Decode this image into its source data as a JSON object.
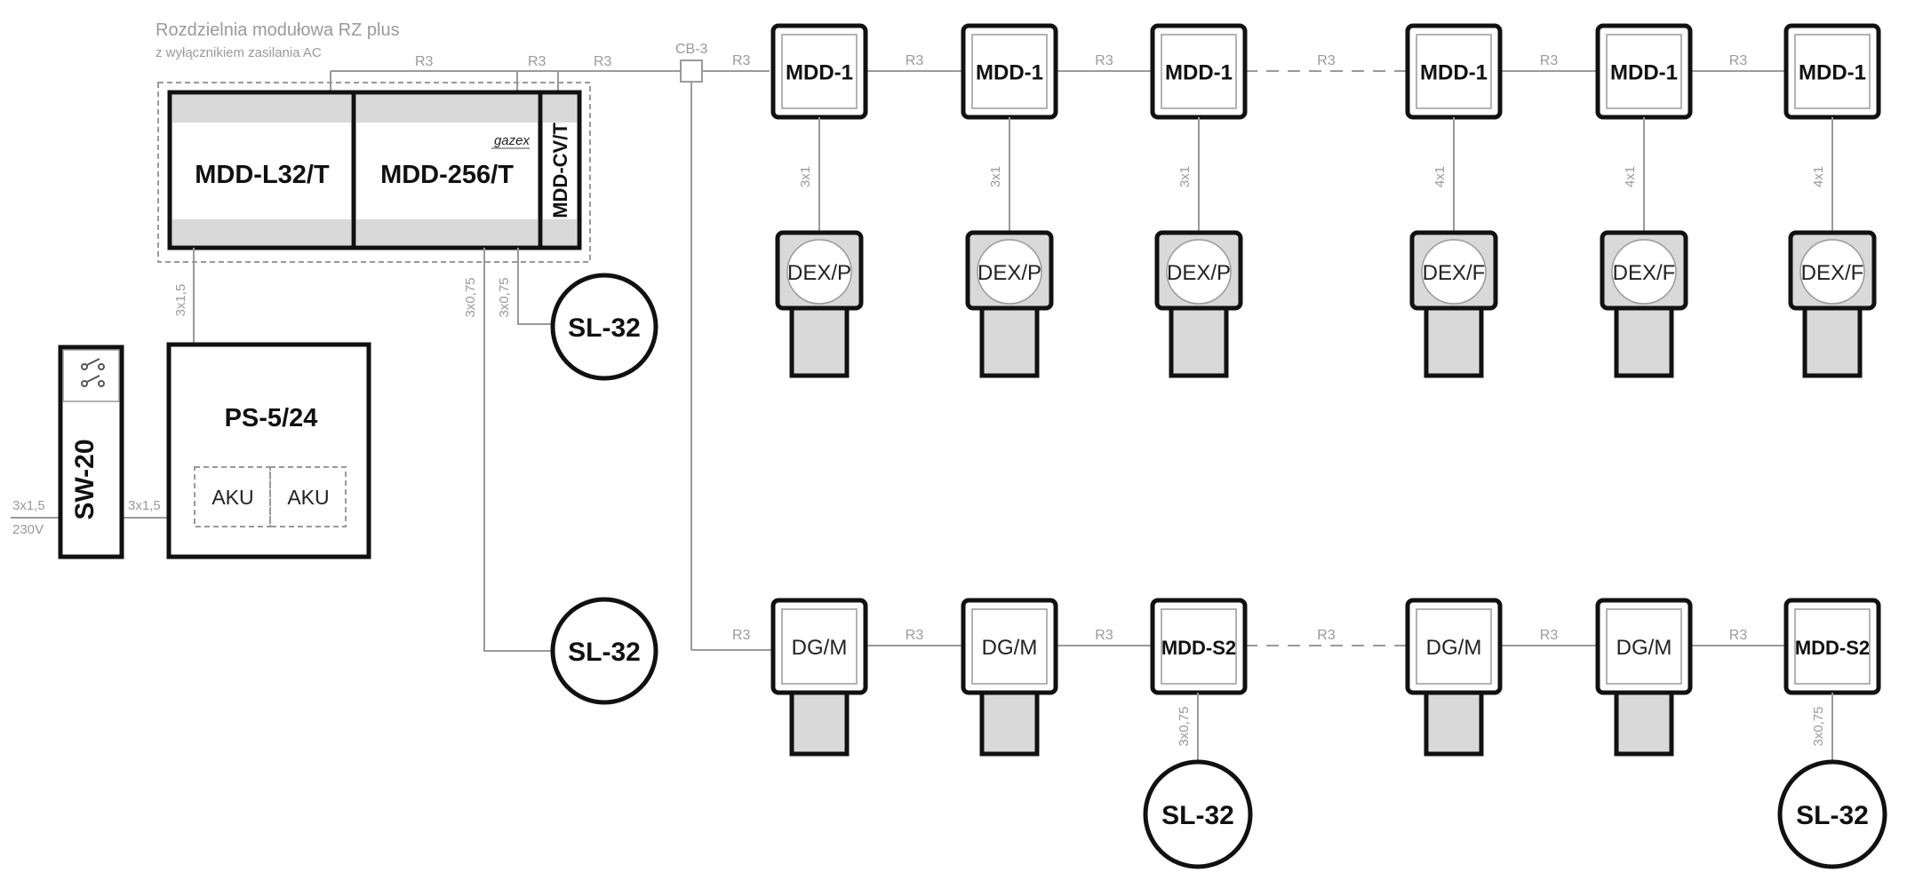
{
  "header": {
    "title": "Rozdzielnia modułowa RZ plus",
    "subtitle": "z wyłącznikiem zasilania AC"
  },
  "cabinet": {
    "module_l32": "MDD-L32/T",
    "module_256": "MDD-256/T",
    "module_cv": "MDD-CV/T",
    "brand": "gazex"
  },
  "power": {
    "switch": "SW-20",
    "supply": "PS-5/24",
    "battery_1": "AKU",
    "battery_2": "AKU",
    "input_cable": "3x1,5",
    "input_voltage": "230V",
    "sw_to_ps_cable": "3x1,5",
    "ps_to_cabinet_cable": "3x1,5"
  },
  "signalers": {
    "cabinet_sl_1": "SL-32",
    "cabinet_sl_2": "SL-32",
    "cabinet_sl_1_cable": "3x0,75",
    "cabinet_sl_2_cable": "3x0,75",
    "bottom_sl_1": "SL-32",
    "bottom_sl_2": "SL-32",
    "bottom_sl_1_cable": "3x0,75",
    "bottom_sl_2_cable": "3x0,75"
  },
  "bus": {
    "box": "CB-3",
    "r3_l32": "R3",
    "r3_256": "R3",
    "r3_cv": "R3",
    "top_segments": [
      "R3",
      "R3",
      "R3",
      "R3",
      "R3",
      "R3"
    ],
    "bottom_segments": [
      "R3",
      "R3",
      "R3",
      "R3",
      "R3",
      "R3"
    ]
  },
  "top_row": [
    {
      "module": "MDD-1",
      "cable": "3x1",
      "detector": "DEX/P"
    },
    {
      "module": "MDD-1",
      "cable": "3x1",
      "detector": "DEX/P"
    },
    {
      "module": "MDD-1",
      "cable": "3x1",
      "detector": "DEX/P"
    },
    {
      "module": "MDD-1",
      "cable": "4x1",
      "detector": "DEX/F"
    },
    {
      "module": "MDD-1",
      "cable": "4x1",
      "detector": "DEX/F"
    },
    {
      "module": "MDD-1",
      "cable": "4x1",
      "detector": "DEX/F"
    }
  ],
  "bottom_row": [
    {
      "device": "DG/M"
    },
    {
      "device": "DG/M"
    },
    {
      "device": "MDD-S2"
    },
    {
      "device": "DG/M"
    },
    {
      "device": "DG/M"
    },
    {
      "device": "MDD-S2"
    }
  ]
}
